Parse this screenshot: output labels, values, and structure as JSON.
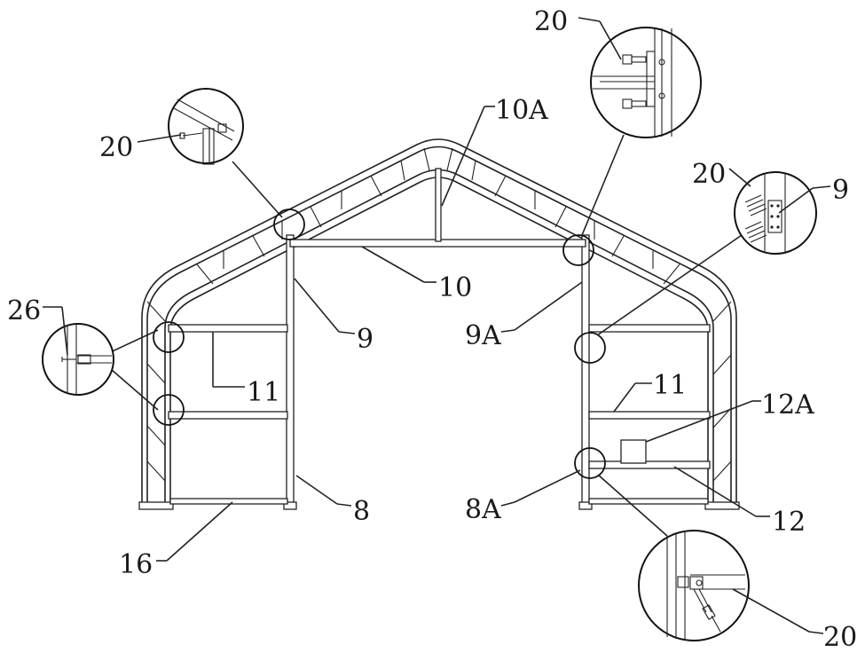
{
  "labels": {
    "l20_top": "20",
    "l10a": "10A",
    "l20_left": "20",
    "l20_right": "20",
    "l9_right": "9",
    "l26": "26",
    "l10": "10",
    "l9": "9",
    "l9a": "9A",
    "l11_left": "11",
    "l11_right": "11",
    "l12a": "12A",
    "l8": "8",
    "l8a": "8A",
    "l12": "12",
    "l16": "16",
    "l20_bottom": "20"
  },
  "colors": {
    "line": "#222222",
    "background": "#ffffff"
  }
}
